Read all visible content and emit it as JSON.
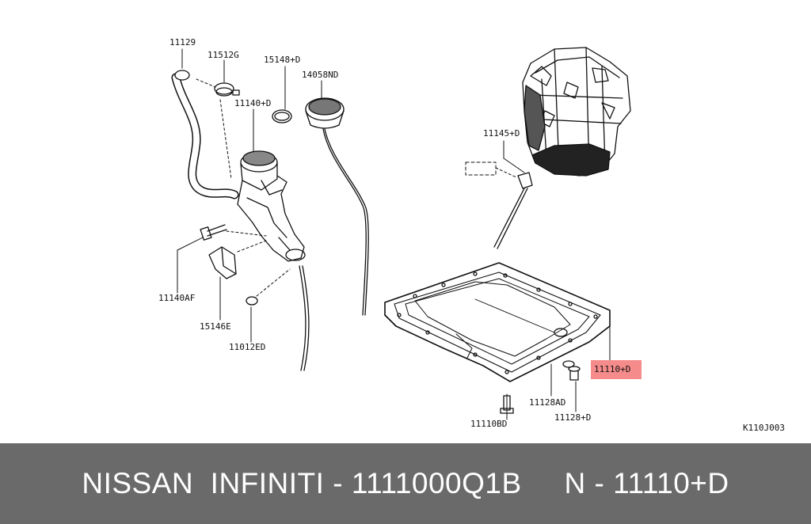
{
  "diagram": {
    "parts": {
      "hose": "11129",
      "clamp": "11512G",
      "seal": "15148+D",
      "dipstick": "14058ND",
      "filler_tube": "11140+D",
      "bolt": "11140AF",
      "bracket": "15146E",
      "plug": "11012ED",
      "sensor": "11145+D",
      "oil_pan": "11110+D",
      "washer": "11128AD",
      "drain_plug": "11128+D",
      "pan_bolt": "11110BD"
    },
    "figure_code": "K110J003"
  },
  "colors": {
    "highlight": "#f58b8b",
    "footer_bg": "#6a6a6a",
    "footer_text": "#ffffff"
  },
  "footer": {
    "text": "NISSAN  INFINITI - 1111000Q1B     N - 11110+D"
  }
}
